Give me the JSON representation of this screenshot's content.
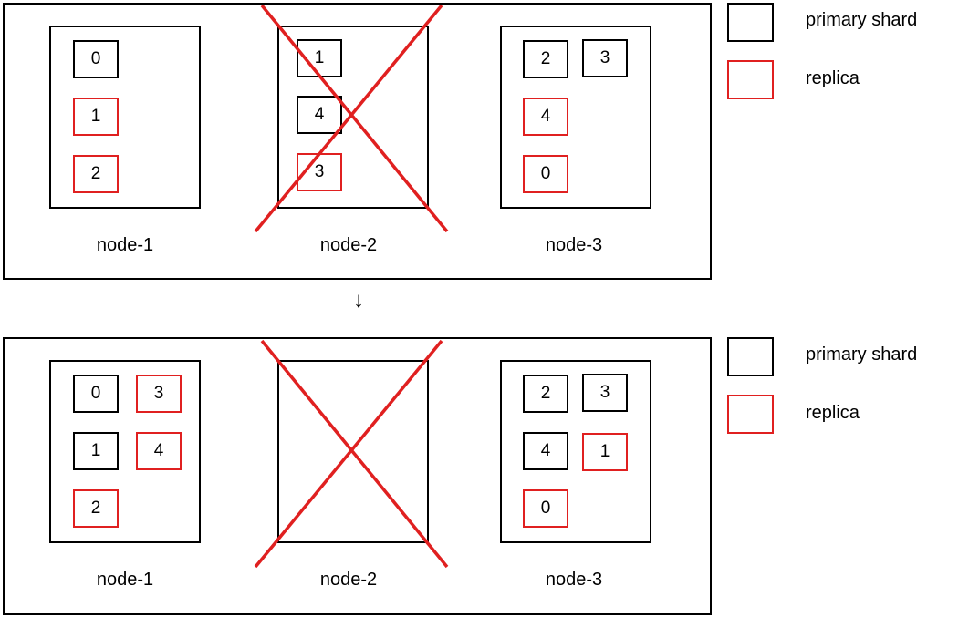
{
  "legend": {
    "primary_label": "primary shard",
    "replica_label": "replica"
  },
  "colors": {
    "primary": "#000000",
    "replica": "#e02020",
    "failure_cross": "#e02020"
  },
  "arrow_glyph": "↓",
  "states": [
    {
      "nodes": [
        {
          "label": "node-1",
          "failed": false,
          "shards": [
            {
              "id": "0",
              "type": "primary"
            },
            {
              "id": "1",
              "type": "replica"
            },
            {
              "id": "2",
              "type": "replica"
            }
          ]
        },
        {
          "label": "node-2",
          "failed": true,
          "shards": [
            {
              "id": "1",
              "type": "primary"
            },
            {
              "id": "4",
              "type": "primary"
            },
            {
              "id": "3",
              "type": "replica"
            }
          ]
        },
        {
          "label": "node-3",
          "failed": false,
          "shards": [
            {
              "id": "2",
              "type": "primary"
            },
            {
              "id": "3",
              "type": "primary"
            },
            {
              "id": "4",
              "type": "replica"
            },
            {
              "id": "0",
              "type": "replica"
            }
          ]
        }
      ]
    },
    {
      "nodes": [
        {
          "label": "node-1",
          "failed": false,
          "shards": [
            {
              "id": "0",
              "type": "primary"
            },
            {
              "id": "3",
              "type": "replica"
            },
            {
              "id": "1",
              "type": "primary"
            },
            {
              "id": "4",
              "type": "replica"
            },
            {
              "id": "2",
              "type": "replica"
            }
          ]
        },
        {
          "label": "node-2",
          "failed": true,
          "shards": []
        },
        {
          "label": "node-3",
          "failed": false,
          "shards": [
            {
              "id": "2",
              "type": "primary"
            },
            {
              "id": "3",
              "type": "primary"
            },
            {
              "id": "4",
              "type": "primary"
            },
            {
              "id": "1",
              "type": "replica"
            },
            {
              "id": "0",
              "type": "replica"
            }
          ]
        }
      ]
    }
  ]
}
